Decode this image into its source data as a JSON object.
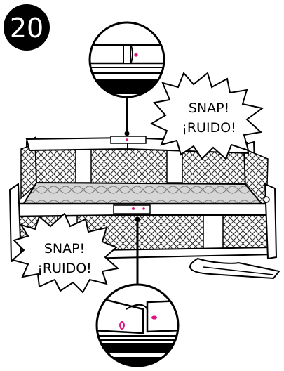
{
  "step": {
    "number": "20"
  },
  "callouts": {
    "upper": {
      "line1": "SNAP!",
      "line2": "¡RUIDO!"
    },
    "lower": {
      "line1": "SNAP!",
      "line2": "¡RUIDO!"
    }
  },
  "colors": {
    "ink": "#000000",
    "paper": "#ffffff",
    "accent": "#e0157f",
    "mesh": "#333333",
    "mattress": "#d6d6d6"
  }
}
